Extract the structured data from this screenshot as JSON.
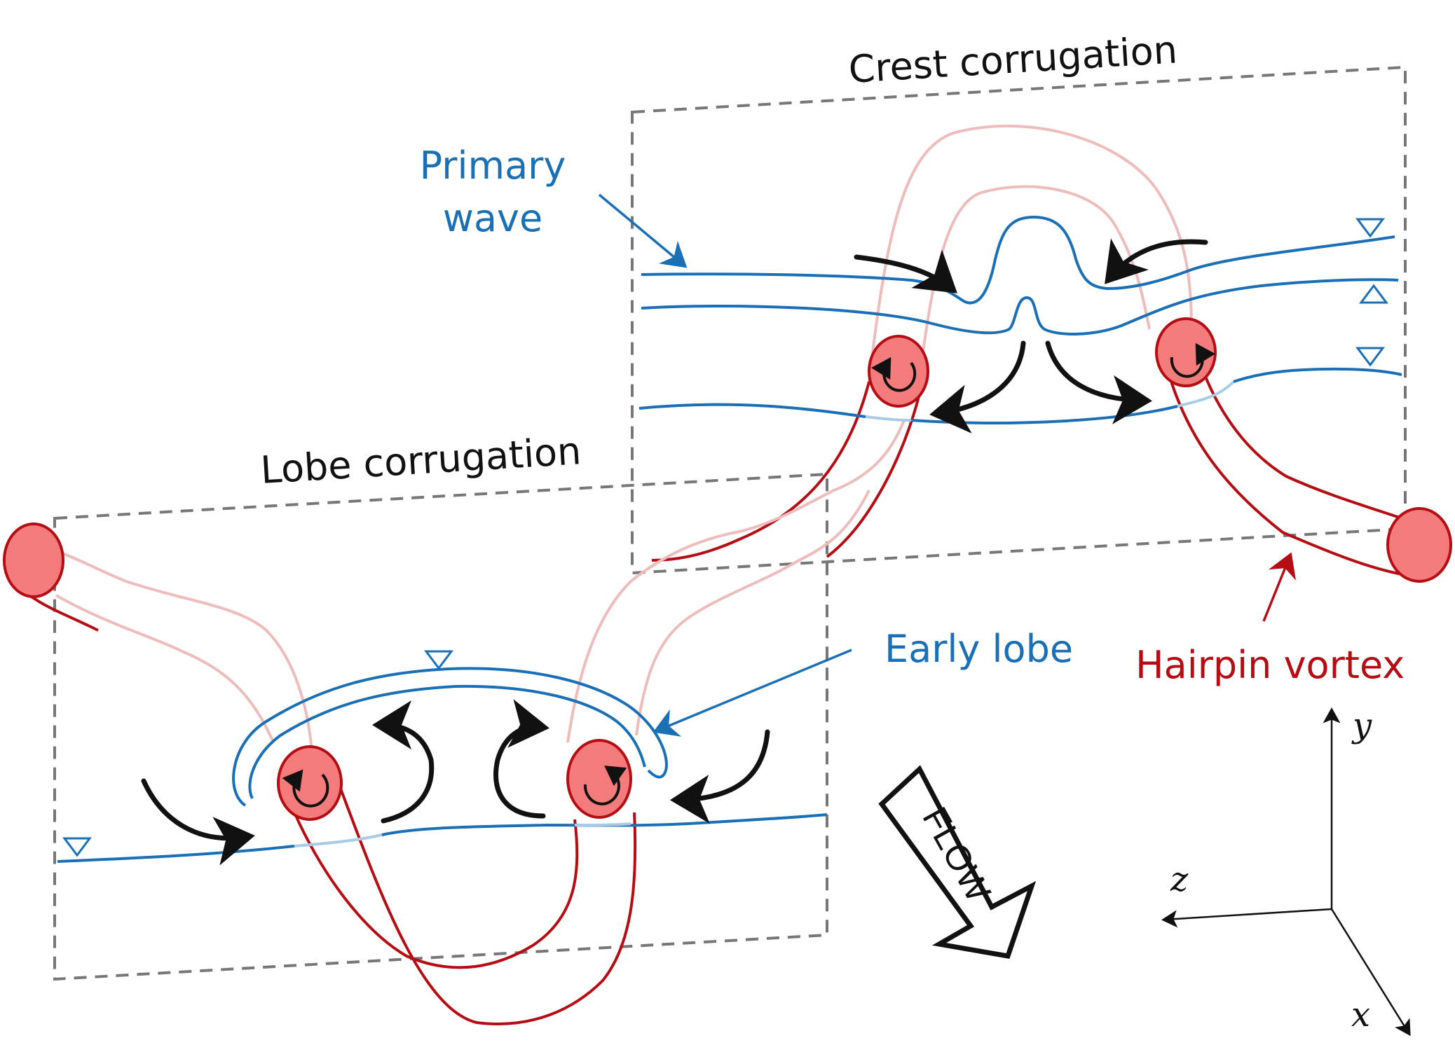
{
  "labels": {
    "crest_corrugation": "Crest corrugation",
    "lobe_corrugation": "Lobe corrugation",
    "primary_wave_line1": "Primary",
    "primary_wave_line2": "wave",
    "early_lobe": "Early lobe",
    "hairpin_vortex": "Hairpin vortex",
    "flow": "FLOW"
  },
  "axes": {
    "y": "y",
    "z": "z",
    "x": "x"
  },
  "colors": {
    "wave_blue": "#1a6fb5",
    "vortex_red": "#b40e14",
    "vortex_fill": "#f47b7b",
    "frame_gray": "#777777"
  },
  "icons": {
    "free_surface_marker": "triangle-down-icon",
    "rotation_marker": "circular-arrow-icon"
  }
}
